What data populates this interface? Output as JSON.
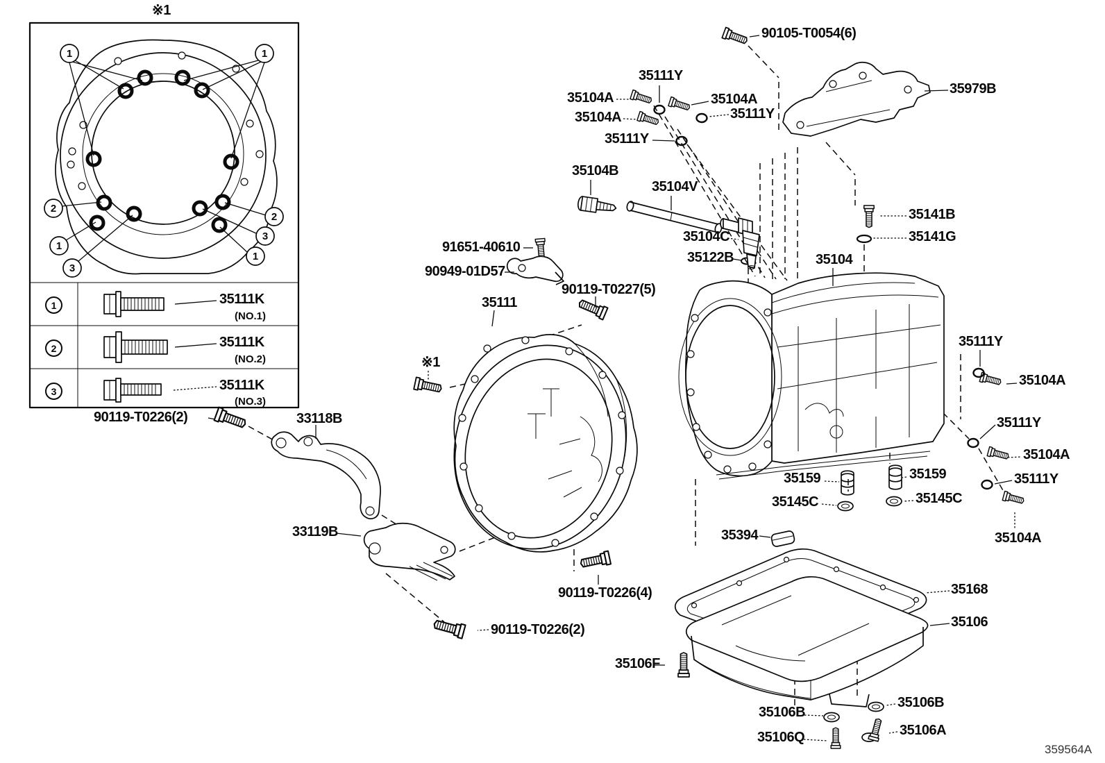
{
  "figure": {
    "code": "359564A"
  },
  "detail_box": {
    "title": "※1",
    "legend_rows": [
      {
        "num": "1",
        "part": "35111K",
        "note": "(NO.1)"
      },
      {
        "num": "2",
        "part": "35111K",
        "note": "(NO.2)"
      },
      {
        "num": "3",
        "part": "35111K",
        "note": "(NO.3)"
      }
    ],
    "callout_nums": [
      "1",
      "1",
      "2",
      "2",
      "3",
      "1",
      "1",
      "3"
    ]
  },
  "labels": {
    "l90105": "90105-T0054(6)",
    "l35979b": "35979B",
    "l35111y_t1": "35111Y",
    "l35104a_t1": "35104A",
    "l35104a_t2": "35104A",
    "l35104a_t3": "35104A",
    "l35111y_t2": "35111Y",
    "l35111y_t3": "35111Y",
    "l35104b": "35104B",
    "l35104v": "35104V",
    "l35104c": "35104C",
    "l35122b": "35122B",
    "l35104": "35104",
    "l35141b": "35141B",
    "l35141g": "35141G",
    "l91651": "91651-40610",
    "l90949": "90949-01D57",
    "l90119t0227": "90119-T0227(5)",
    "l35111": "35111",
    "lref1": "※1",
    "l90119a": "90119-T0226(2)",
    "l33118b": "33118B",
    "l33119b": "33119B",
    "l90119b": "90119-T0226(4)",
    "l90119c": "90119-T0226(2)",
    "l35111y_r1": "35111Y",
    "l35104a_r1": "35104A",
    "l35111y_r2": "35111Y",
    "l35104a_r2": "35104A",
    "l35111y_r3": "35111Y",
    "l35104a_r3": "35104A",
    "l35159_l": "35159",
    "l35145c_l": "35145C",
    "l35159_r": "35159",
    "l35145c_r": "35145C",
    "l35394": "35394",
    "l35168": "35168",
    "l35106": "35106",
    "l35106f": "35106F",
    "l35106b_l": "35106B",
    "l35106q": "35106Q",
    "l35106b_r": "35106B",
    "l35106a": "35106A"
  }
}
